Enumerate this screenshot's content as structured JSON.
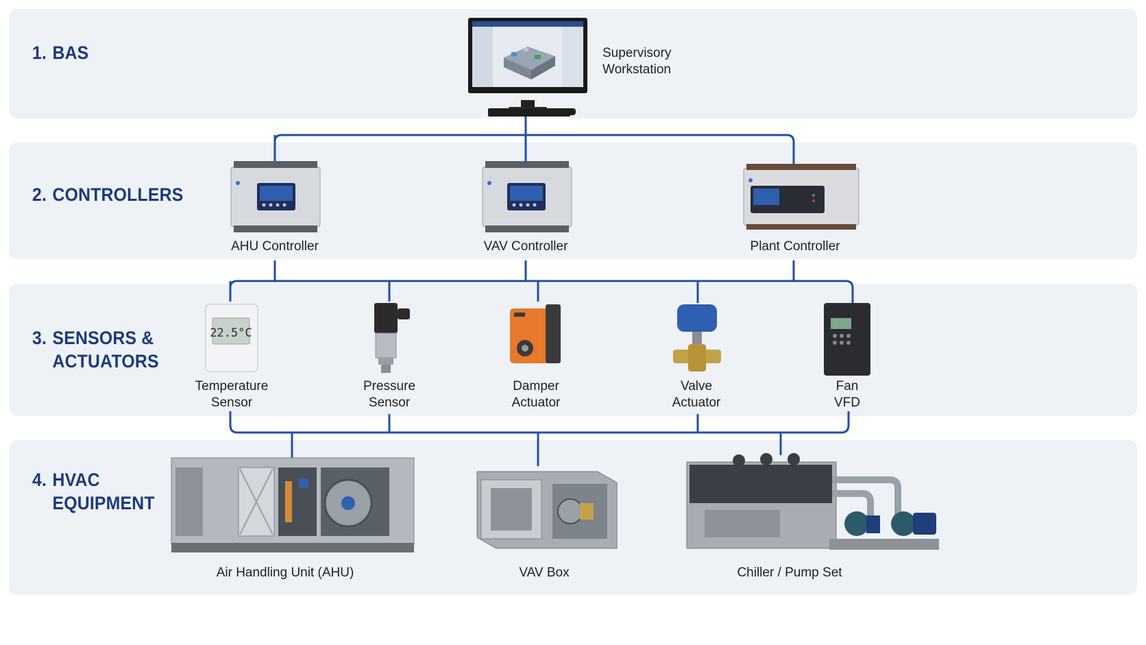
{
  "bands": {
    "bas": {
      "number": "1.",
      "title": "BAS"
    },
    "controllers": {
      "number": "2.",
      "title": "CONTROLLERS"
    },
    "sensors": {
      "number": "3.",
      "title_line1": "SENSORS &",
      "title_line2": "ACTUATORS"
    },
    "hvac": {
      "number": "4.",
      "title_line1": "HVAC",
      "title_line2": "EQUIPMENT"
    }
  },
  "workstation": {
    "label_line1": "Supervisory",
    "label_line2": "Workstation"
  },
  "controllers": {
    "ahu": "AHU Controller",
    "vav": "VAV Controller",
    "plant": "Plant Controller"
  },
  "field_devices": {
    "temperature": {
      "line1": "Temperature",
      "line2": "Sensor",
      "display": "22.5°C"
    },
    "pressure": {
      "line1": "Pressure",
      "line2": "Sensor"
    },
    "damper": {
      "line1": "Damper",
      "line2": "Actuator"
    },
    "valve": {
      "line1": "Valve",
      "line2": "Actuator"
    },
    "fan": {
      "line1": "Fan",
      "line2": "VFD"
    }
  },
  "equipment": {
    "ahu": "Air Handling Unit (AHU)",
    "vav_box": "VAV Box",
    "chiller": "Chiller / Pump Set"
  },
  "colors": {
    "band_bg": "#eef2f7",
    "title": "#1b3a7a",
    "wire": "#1f4fa8",
    "text": "#1f1f1f"
  }
}
